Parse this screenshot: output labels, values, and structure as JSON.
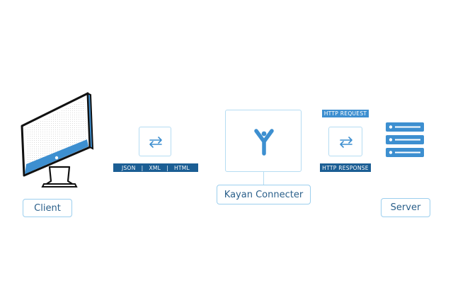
{
  "client": {
    "label": "Client"
  },
  "server": {
    "label": "Server"
  },
  "connector": {
    "label": "Kayan Connecter"
  },
  "formats_tag": {
    "items": [
      "JSON",
      "XML",
      "HTML"
    ],
    "separator": "|"
  },
  "http_request_tag": {
    "label": "HTTP REQUEST"
  },
  "http_response_tag": {
    "label": "HTTP RESPONSE"
  },
  "icons": {
    "monitor": "desktop-monitor-icon",
    "swap_left": "swap-arrows-icon",
    "swap_right": "swap-arrows-icon",
    "logo": "kayan-y-logo-icon",
    "server": "server-rack-icon"
  },
  "colors": {
    "accent": "#3d8fd0",
    "dark_accent": "#1b5e94",
    "border": "#9ccfee",
    "text": "#2a5f8a"
  }
}
